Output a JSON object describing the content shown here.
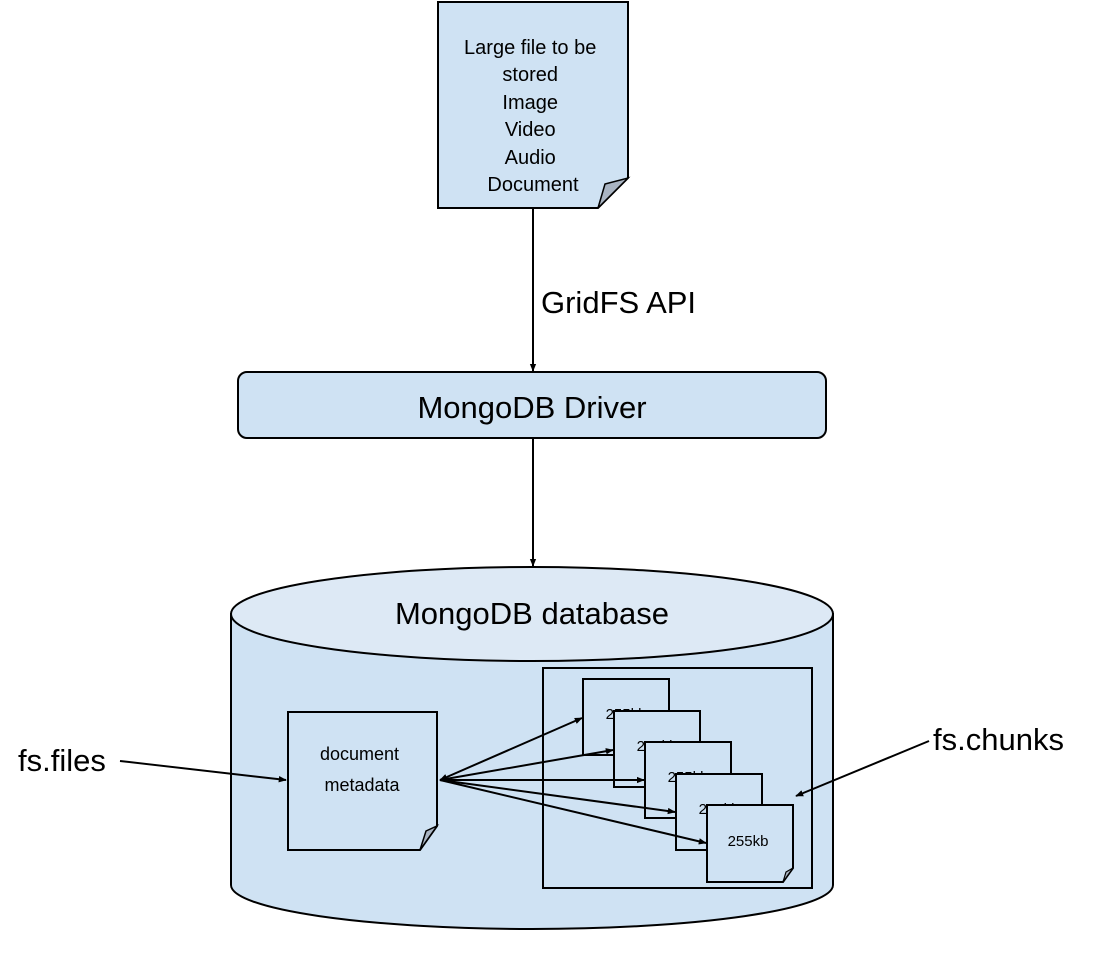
{
  "diagram": {
    "colors": {
      "fill": "#cfe2f3",
      "fill_light": "#dde9f5",
      "stroke": "#000000",
      "fold": "#a9b4c2"
    },
    "source_file": {
      "lines": [
        "Large file to be",
        "stored",
        "Image",
        "Video",
        "Audio",
        "Document"
      ]
    },
    "api_label": "GridFS API",
    "driver": {
      "label": "MongoDB Driver"
    },
    "database": {
      "label": "MongoDB database"
    },
    "metadata_doc": {
      "lines": [
        "document",
        "metadata"
      ]
    },
    "chunks": [
      {
        "label": "255kb"
      },
      {
        "label": "255kb"
      },
      {
        "label": "255kb"
      },
      {
        "label": "255kb"
      },
      {
        "label": "255kb"
      }
    ],
    "callouts": {
      "files": "fs.files",
      "chunks": "fs.chunks"
    }
  }
}
